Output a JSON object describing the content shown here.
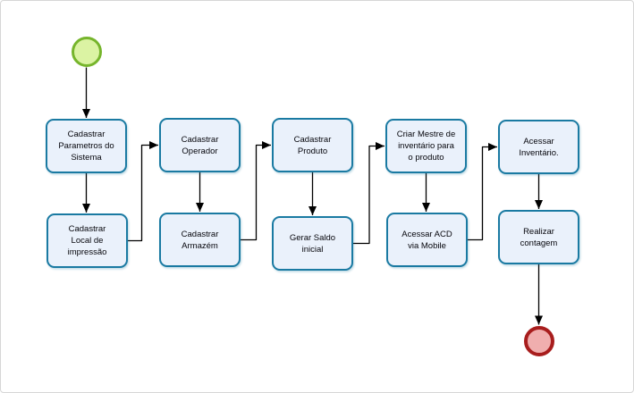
{
  "diagram": {
    "type": "flowchart",
    "colors": {
      "task_border": "#1a7aa2",
      "task_fill": "#eaf1fb",
      "task_text": "#06060c",
      "start_border": "#76b52c",
      "start_fill": "#dbf3a3",
      "end_border": "#a81d1d",
      "end_fill": "#f0aeae",
      "connector": "#000000",
      "canvas_border": "#d6d6d6"
    },
    "start_event": {
      "id": "start",
      "label": ""
    },
    "end_event": {
      "id": "end",
      "label": ""
    },
    "tasks": [
      {
        "id": "cadastrar-parametros",
        "label": "Cadastrar\nParametros do\nSistema"
      },
      {
        "id": "cadastrar-local-impressao",
        "label": "Cadastrar\nLocal de\nimpressão"
      },
      {
        "id": "cadastrar-operador",
        "label": "Cadastrar\nOperador"
      },
      {
        "id": "cadastrar-armazem",
        "label": "Cadastrar\nArmazém"
      },
      {
        "id": "cadastrar-produto",
        "label": "Cadastrar\nProduto"
      },
      {
        "id": "gerar-saldo-inicial",
        "label": "Gerar Saldo\ninicial"
      },
      {
        "id": "criar-mestre-inventario",
        "label": "Criar Mestre de\ninventário para\no produto"
      },
      {
        "id": "acessar-acd-mobile",
        "label": "Acessar ACD\nvia Mobile"
      },
      {
        "id": "acessar-inventario",
        "label": "Acessar\nInventário."
      },
      {
        "id": "realizar-contagem",
        "label": "Realizar\ncontagem"
      }
    ],
    "connections": [
      {
        "from": "start",
        "to": "cadastrar-parametros"
      },
      {
        "from": "cadastrar-parametros",
        "to": "cadastrar-local-impressao"
      },
      {
        "from": "cadastrar-local-impressao",
        "to": "cadastrar-operador"
      },
      {
        "from": "cadastrar-operador",
        "to": "cadastrar-armazem"
      },
      {
        "from": "cadastrar-armazem",
        "to": "cadastrar-produto"
      },
      {
        "from": "cadastrar-produto",
        "to": "gerar-saldo-inicial"
      },
      {
        "from": "gerar-saldo-inicial",
        "to": "criar-mestre-inventario"
      },
      {
        "from": "criar-mestre-inventario",
        "to": "acessar-acd-mobile"
      },
      {
        "from": "acessar-acd-mobile",
        "to": "acessar-inventario"
      },
      {
        "from": "acessar-inventario",
        "to": "realizar-contagem"
      },
      {
        "from": "realizar-contagem",
        "to": "end"
      }
    ]
  }
}
